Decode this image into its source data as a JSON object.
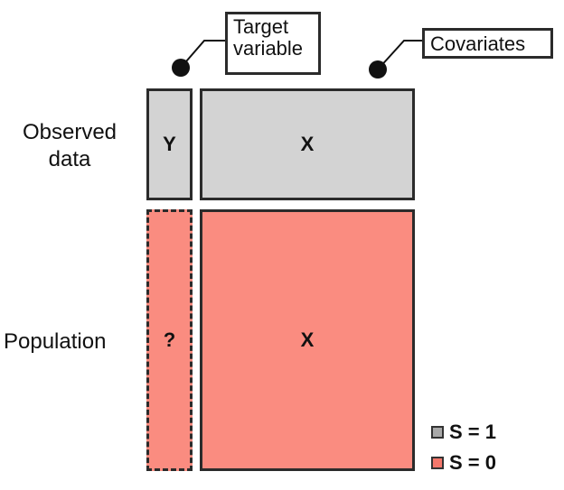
{
  "rows": {
    "observed_label": "Observed\ndata",
    "population_label": "Population"
  },
  "blocks": {
    "observed_target": "Y",
    "observed_covariates": "X",
    "population_target": "?",
    "population_covariates": "X"
  },
  "callouts": {
    "target": "Target\nvariable",
    "covariates": "Covariates"
  },
  "legend": [
    {
      "label": "S = 1",
      "color": "#a9a9a9"
    },
    {
      "label": "S = 0",
      "color": "#f4776b"
    }
  ],
  "colors": {
    "observed_fill": "#d3d3d3",
    "population_fill": "#fa8c80",
    "border": "#2b2b2b"
  }
}
